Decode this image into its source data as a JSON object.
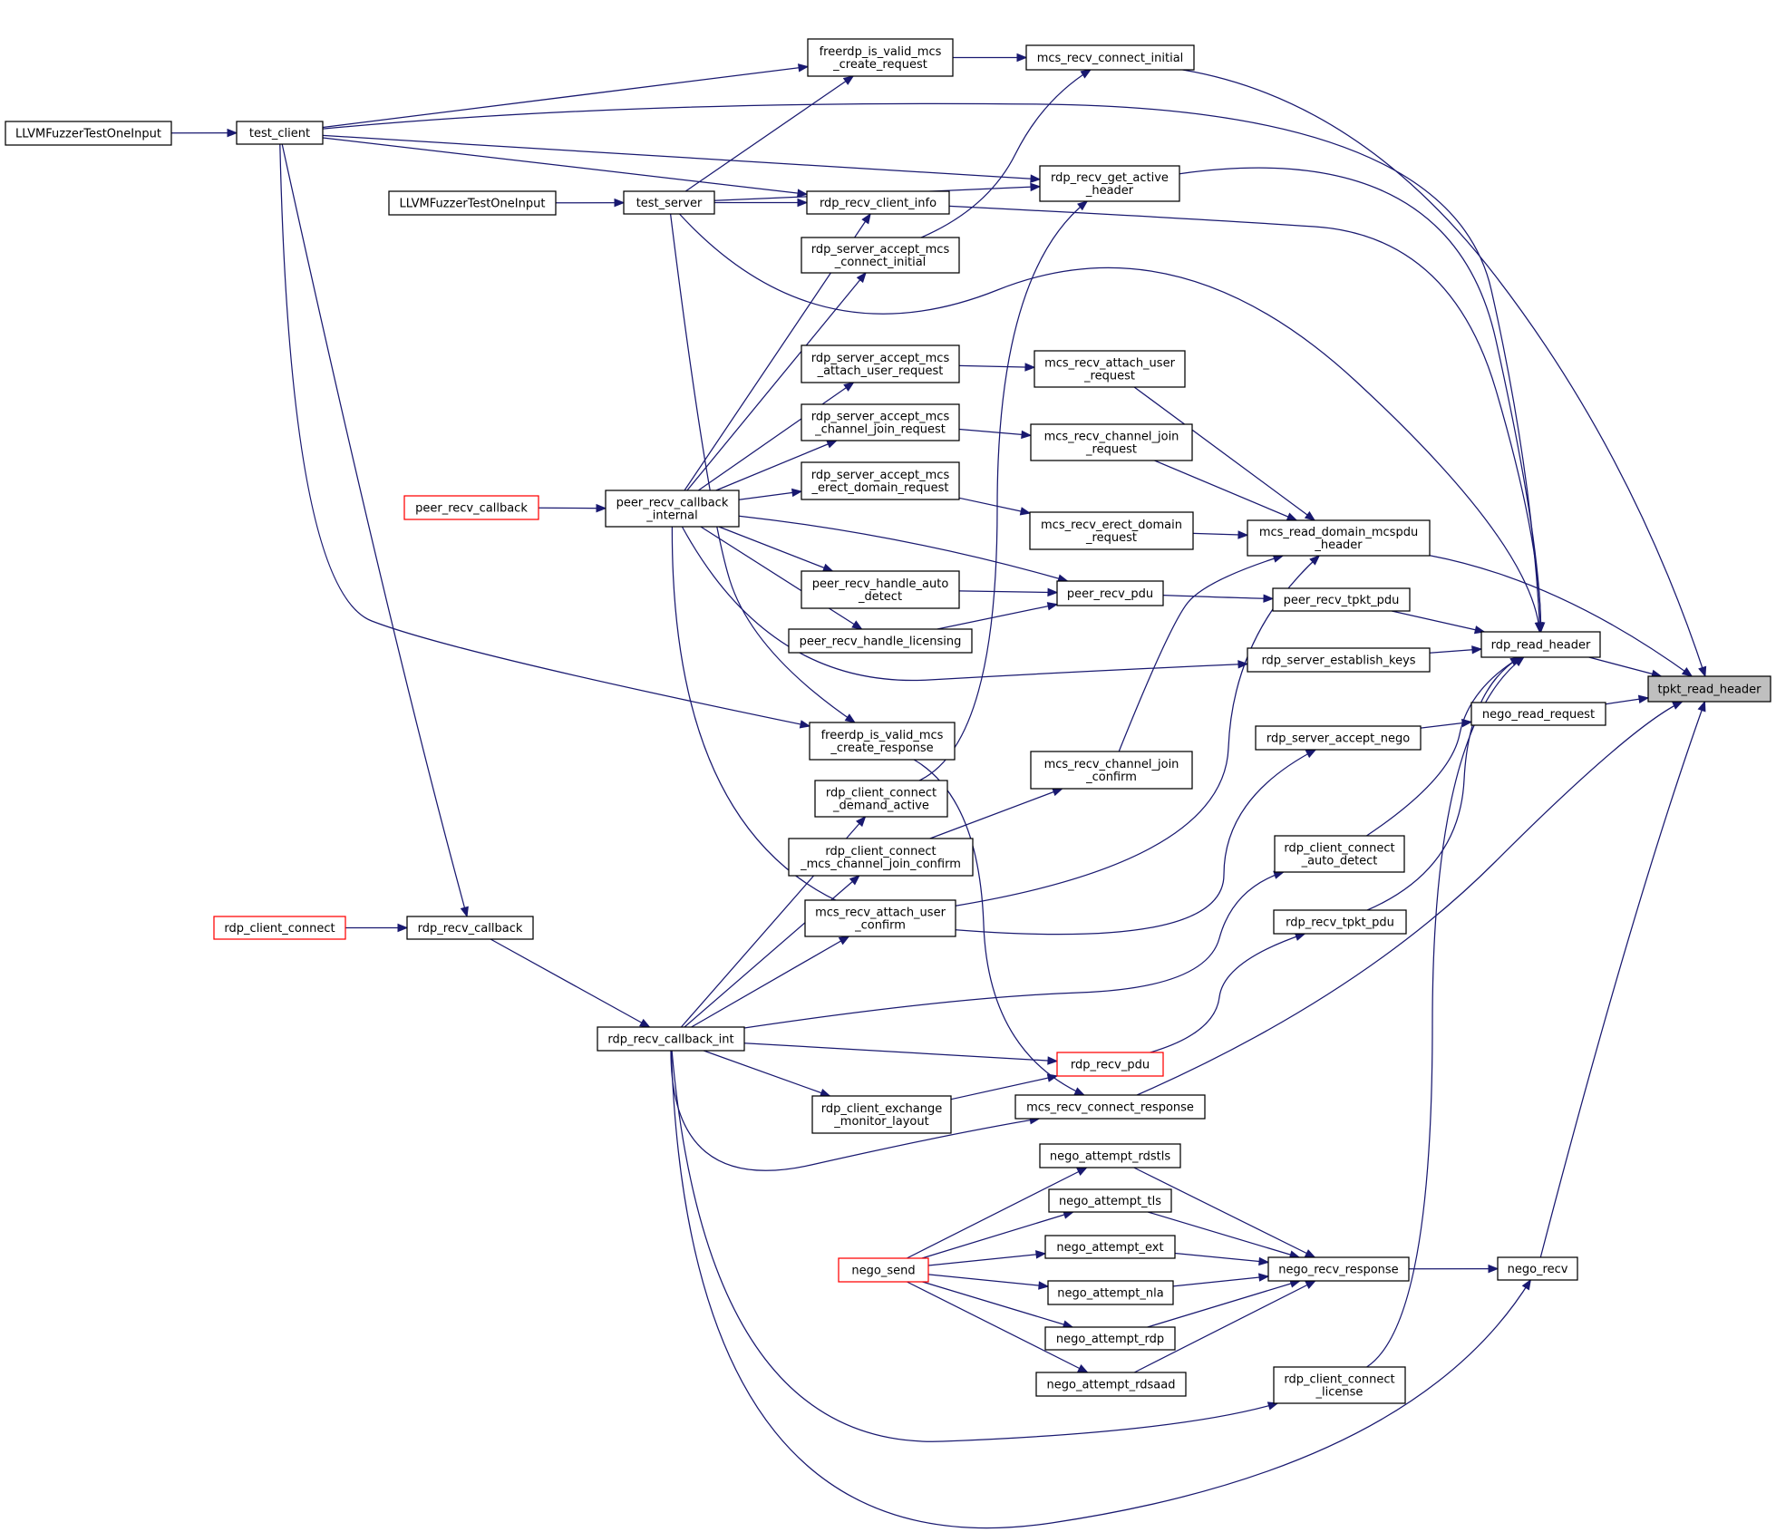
{
  "colors": {
    "edge": "#191970",
    "node_border": "#000000",
    "node_border_truncated": "#ff0000",
    "node_fill": "#ffffff",
    "focus_fill": "#bfbfbf"
  },
  "focus_node": "tpkt_read_header",
  "nodes": [
    {
      "id": "tpkt_read_header",
      "lines": [
        "tpkt_read_header"
      ],
      "style": "focus"
    },
    {
      "id": "rdp_read_header",
      "lines": [
        "rdp_read_header"
      ],
      "style": "normal"
    },
    {
      "id": "nego_read_request",
      "lines": [
        "nego_read_request"
      ],
      "style": "normal"
    },
    {
      "id": "mcs_recv_connect_initial",
      "lines": [
        "mcs_recv_connect_initial"
      ],
      "style": "normal"
    },
    {
      "id": "mcs_read_domain_mcspdu_header",
      "lines": [
        "mcs_read_domain_mcspdu",
        "_header"
      ],
      "style": "normal"
    },
    {
      "id": "nego_recv",
      "lines": [
        "nego_recv"
      ],
      "style": "normal"
    },
    {
      "id": "mcs_recv_connect_response",
      "lines": [
        "mcs_recv_connect_response"
      ],
      "style": "normal"
    },
    {
      "id": "freerdp_is_valid_mcs_create_request",
      "lines": [
        "freerdp_is_valid_mcs",
        "_create_request"
      ],
      "style": "normal"
    },
    {
      "id": "rdp_server_accept_mcs_connect_initial",
      "lines": [
        "rdp_server_accept_mcs",
        "_connect_initial"
      ],
      "style": "normal"
    },
    {
      "id": "test_client",
      "lines": [
        "test_client"
      ],
      "style": "normal"
    },
    {
      "id": "test_server",
      "lines": [
        "test_server"
      ],
      "style": "normal"
    },
    {
      "id": "LLVMFuzzerTestOneInput_1",
      "lines": [
        "LLVMFuzzerTestOneInput"
      ],
      "style": "normal"
    },
    {
      "id": "LLVMFuzzerTestOneInput_2",
      "lines": [
        "LLVMFuzzerTestOneInput"
      ],
      "style": "normal"
    },
    {
      "id": "rdp_recv_get_active_header",
      "lines": [
        "rdp_recv_get_active",
        "_header"
      ],
      "style": "normal"
    },
    {
      "id": "rdp_recv_client_info",
      "lines": [
        "rdp_recv_client_info"
      ],
      "style": "normal"
    },
    {
      "id": "mcs_recv_attach_user_request",
      "lines": [
        "mcs_recv_attach_user",
        "_request"
      ],
      "style": "normal"
    },
    {
      "id": "rdp_server_accept_mcs_attach_user_request",
      "lines": [
        "rdp_server_accept_mcs",
        "_attach_user_request"
      ],
      "style": "normal"
    },
    {
      "id": "mcs_recv_channel_join_request",
      "lines": [
        "mcs_recv_channel_join",
        "_request"
      ],
      "style": "normal"
    },
    {
      "id": "rdp_server_accept_mcs_channel_join_request",
      "lines": [
        "rdp_server_accept_mcs",
        "_channel_join_request"
      ],
      "style": "normal"
    },
    {
      "id": "mcs_recv_erect_domain_request",
      "lines": [
        "mcs_recv_erect_domain",
        "_request"
      ],
      "style": "normal"
    },
    {
      "id": "rdp_server_accept_mcs_erect_domain_request",
      "lines": [
        "rdp_server_accept_mcs",
        "_erect_domain_request"
      ],
      "style": "normal"
    },
    {
      "id": "peer_recv_callback_internal",
      "lines": [
        "peer_recv_callback",
        "_internal"
      ],
      "style": "normal"
    },
    {
      "id": "peer_recv_callback",
      "lines": [
        "peer_recv_callback"
      ],
      "style": "truncated"
    },
    {
      "id": "peer_recv_tpkt_pdu",
      "lines": [
        "peer_recv_tpkt_pdu"
      ],
      "style": "normal"
    },
    {
      "id": "peer_recv_pdu",
      "lines": [
        "peer_recv_pdu"
      ],
      "style": "normal"
    },
    {
      "id": "peer_recv_handle_auto_detect",
      "lines": [
        "peer_recv_handle_auto",
        "_detect"
      ],
      "style": "normal"
    },
    {
      "id": "peer_recv_handle_licensing",
      "lines": [
        "peer_recv_handle_licensing"
      ],
      "style": "normal"
    },
    {
      "id": "rdp_server_establish_keys",
      "lines": [
        "rdp_server_establish_keys"
      ],
      "style": "normal"
    },
    {
      "id": "rdp_server_accept_nego",
      "lines": [
        "rdp_server_accept_nego"
      ],
      "style": "normal"
    },
    {
      "id": "freerdp_is_valid_mcs_create_response",
      "lines": [
        "freerdp_is_valid_mcs",
        "_create_response"
      ],
      "style": "normal"
    },
    {
      "id": "mcs_recv_channel_join_confirm",
      "lines": [
        "mcs_recv_channel_join",
        "_confirm"
      ],
      "style": "normal"
    },
    {
      "id": "rdp_client_connect_demand_active",
      "lines": [
        "rdp_client_connect",
        "_demand_active"
      ],
      "style": "normal"
    },
    {
      "id": "rdp_client_connect_auto_detect",
      "lines": [
        "rdp_client_connect",
        "_auto_detect"
      ],
      "style": "normal"
    },
    {
      "id": "rdp_client_connect_mcs_channel_join_confirm",
      "lines": [
        "rdp_client_connect",
        "_mcs_channel_join_confirm"
      ],
      "style": "normal"
    },
    {
      "id": "mcs_recv_attach_user_confirm",
      "lines": [
        "mcs_recv_attach_user",
        "_confirm"
      ],
      "style": "normal"
    },
    {
      "id": "rdp_recv_tpkt_pdu",
      "lines": [
        "rdp_recv_tpkt_pdu"
      ],
      "style": "normal"
    },
    {
      "id": "rdp_client_connect",
      "lines": [
        "rdp_client_connect"
      ],
      "style": "truncated"
    },
    {
      "id": "rdp_recv_callback",
      "lines": [
        "rdp_recv_callback"
      ],
      "style": "normal"
    },
    {
      "id": "rdp_recv_callback_int",
      "lines": [
        "rdp_recv_callback_int"
      ],
      "style": "normal"
    },
    {
      "id": "rdp_recv_pdu",
      "lines": [
        "rdp_recv_pdu"
      ],
      "style": "truncated"
    },
    {
      "id": "rdp_client_exchange_monitor_layout",
      "lines": [
        "rdp_client_exchange",
        "_monitor_layout"
      ],
      "style": "normal"
    },
    {
      "id": "nego_attempt_rdstls",
      "lines": [
        "nego_attempt_rdstls"
      ],
      "style": "normal"
    },
    {
      "id": "nego_attempt_tls",
      "lines": [
        "nego_attempt_tls"
      ],
      "style": "normal"
    },
    {
      "id": "nego_send",
      "lines": [
        "nego_send"
      ],
      "style": "truncated"
    },
    {
      "id": "nego_attempt_ext",
      "lines": [
        "nego_attempt_ext"
      ],
      "style": "normal"
    },
    {
      "id": "nego_recv_response",
      "lines": [
        "nego_recv_response"
      ],
      "style": "normal"
    },
    {
      "id": "nego_attempt_nla",
      "lines": [
        "nego_attempt_nla"
      ],
      "style": "normal"
    },
    {
      "id": "nego_attempt_rdp",
      "lines": [
        "nego_attempt_rdp"
      ],
      "style": "normal"
    },
    {
      "id": "nego_attempt_rdsaad",
      "lines": [
        "nego_attempt_rdsaad"
      ],
      "style": "normal"
    },
    {
      "id": "rdp_client_connect_license",
      "lines": [
        "rdp_client_connect",
        "_license"
      ],
      "style": "normal"
    }
  ],
  "edges": [
    [
      "rdp_read_header",
      "tpkt_read_header"
    ],
    [
      "nego_read_request",
      "tpkt_read_header"
    ],
    [
      "mcs_recv_connect_initial",
      "tpkt_read_header"
    ],
    [
      "mcs_read_domain_mcspdu_header",
      "tpkt_read_header"
    ],
    [
      "nego_recv",
      "tpkt_read_header"
    ],
    [
      "mcs_recv_connect_response",
      "tpkt_read_header"
    ],
    [
      "freerdp_is_valid_mcs_create_request",
      "mcs_recv_connect_initial"
    ],
    [
      "rdp_server_accept_mcs_connect_initial",
      "mcs_recv_connect_initial"
    ],
    [
      "test_client",
      "freerdp_is_valid_mcs_create_request"
    ],
    [
      "test_server",
      "freerdp_is_valid_mcs_create_request"
    ],
    [
      "LLVMFuzzerTestOneInput_1",
      "test_client"
    ],
    [
      "LLVMFuzzerTestOneInput_2",
      "test_server"
    ],
    [
      "test_client",
      "rdp_recv_get_active_header"
    ],
    [
      "test_server",
      "rdp_recv_get_active_header"
    ],
    [
      "test_client",
      "rdp_recv_client_info"
    ],
    [
      "test_server",
      "rdp_recv_client_info"
    ],
    [
      "test_client",
      "rdp_read_header"
    ],
    [
      "test_server",
      "rdp_read_header"
    ],
    [
      "test_client",
      "freerdp_is_valid_mcs_create_response"
    ],
    [
      "test_server",
      "freerdp_is_valid_mcs_create_response"
    ],
    [
      "test_client",
      "rdp_recv_callback"
    ],
    [
      "rdp_recv_get_active_header",
      "rdp_read_header"
    ],
    [
      "rdp_recv_client_info",
      "rdp_read_header"
    ],
    [
      "rdp_client_connect_demand_active",
      "rdp_recv_get_active_header"
    ],
    [
      "peer_recv_callback_internal",
      "rdp_recv_client_info"
    ],
    [
      "peer_recv_callback_internal",
      "rdp_server_accept_mcs_connect_initial"
    ],
    [
      "peer_recv_callback_internal",
      "rdp_server_accept_mcs_attach_user_request"
    ],
    [
      "peer_recv_callback_internal",
      "rdp_server_accept_mcs_channel_join_request"
    ],
    [
      "peer_recv_callback_internal",
      "rdp_server_accept_mcs_erect_domain_request"
    ],
    [
      "peer_recv_callback_internal",
      "peer_recv_handle_auto_detect"
    ],
    [
      "peer_recv_callback_internal",
      "peer_recv_handle_licensing"
    ],
    [
      "peer_recv_callback_internal",
      "peer_recv_pdu"
    ],
    [
      "peer_recv_callback_internal",
      "rdp_server_establish_keys"
    ],
    [
      "peer_recv_callback_internal",
      "rdp_server_accept_nego"
    ],
    [
      "peer_recv_callback",
      "peer_recv_callback_internal"
    ],
    [
      "rdp_server_accept_mcs_attach_user_request",
      "mcs_recv_attach_user_request"
    ],
    [
      "rdp_server_accept_mcs_channel_join_request",
      "mcs_recv_channel_join_request"
    ],
    [
      "rdp_server_accept_mcs_erect_domain_request",
      "mcs_recv_erect_domain_request"
    ],
    [
      "mcs_recv_attach_user_request",
      "mcs_read_domain_mcspdu_header"
    ],
    [
      "mcs_recv_channel_join_request",
      "mcs_read_domain_mcspdu_header"
    ],
    [
      "mcs_recv_erect_domain_request",
      "mcs_read_domain_mcspdu_header"
    ],
    [
      "mcs_recv_channel_join_confirm",
      "mcs_read_domain_mcspdu_header"
    ],
    [
      "mcs_recv_attach_user_confirm",
      "mcs_read_domain_mcspdu_header"
    ],
    [
      "peer_recv_handle_auto_detect",
      "peer_recv_pdu"
    ],
    [
      "peer_recv_handle_licensing",
      "peer_recv_pdu"
    ],
    [
      "peer_recv_pdu",
      "peer_recv_tpkt_pdu"
    ],
    [
      "peer_recv_tpkt_pdu",
      "rdp_read_header"
    ],
    [
      "rdp_server_establish_keys",
      "rdp_read_header"
    ],
    [
      "rdp_server_accept_nego",
      "nego_read_request"
    ],
    [
      "rdp_client_connect_auto_detect",
      "rdp_read_header"
    ],
    [
      "rdp_recv_tpkt_pdu",
      "rdp_read_header"
    ],
    [
      "rdp_client_connect_license",
      "rdp_read_header"
    ],
    [
      "freerdp_is_valid_mcs_create_response",
      "mcs_recv_connect_response"
    ],
    [
      "rdp_client_connect_mcs_channel_join_confirm",
      "mcs_recv_channel_join_confirm"
    ],
    [
      "rdp_recv_callback_int",
      "rdp_client_connect_demand_active"
    ],
    [
      "rdp_recv_callback_int",
      "rdp_client_connect_mcs_channel_join_confirm"
    ],
    [
      "rdp_recv_callback_int",
      "mcs_recv_attach_user_confirm"
    ],
    [
      "rdp_recv_callback_int",
      "rdp_client_connect_auto_detect"
    ],
    [
      "rdp_recv_callback_int",
      "rdp_recv_pdu"
    ],
    [
      "rdp_recv_callback_int",
      "rdp_client_exchange_monitor_layout"
    ],
    [
      "rdp_recv_callback_int",
      "mcs_recv_connect_response"
    ],
    [
      "rdp_recv_callback_int",
      "rdp_client_connect_license"
    ],
    [
      "rdp_recv_callback_int",
      "nego_recv"
    ],
    [
      "rdp_recv_callback",
      "rdp_recv_callback_int"
    ],
    [
      "rdp_client_connect",
      "rdp_recv_callback"
    ],
    [
      "rdp_recv_pdu",
      "rdp_recv_tpkt_pdu"
    ],
    [
      "rdp_client_exchange_monitor_layout",
      "rdp_recv_pdu"
    ],
    [
      "nego_attempt_rdstls",
      "nego_recv_response"
    ],
    [
      "nego_attempt_tls",
      "nego_recv_response"
    ],
    [
      "nego_attempt_ext",
      "nego_recv_response"
    ],
    [
      "nego_attempt_nla",
      "nego_recv_response"
    ],
    [
      "nego_attempt_rdp",
      "nego_recv_response"
    ],
    [
      "nego_attempt_rdsaad",
      "nego_recv_response"
    ],
    [
      "nego_send",
      "nego_attempt_rdstls"
    ],
    [
      "nego_send",
      "nego_attempt_tls"
    ],
    [
      "nego_send",
      "nego_attempt_ext"
    ],
    [
      "nego_send",
      "nego_attempt_nla"
    ],
    [
      "nego_send",
      "nego_attempt_rdp"
    ],
    [
      "nego_send",
      "nego_attempt_rdsaad"
    ],
    [
      "nego_recv_response",
      "nego_recv"
    ]
  ]
}
